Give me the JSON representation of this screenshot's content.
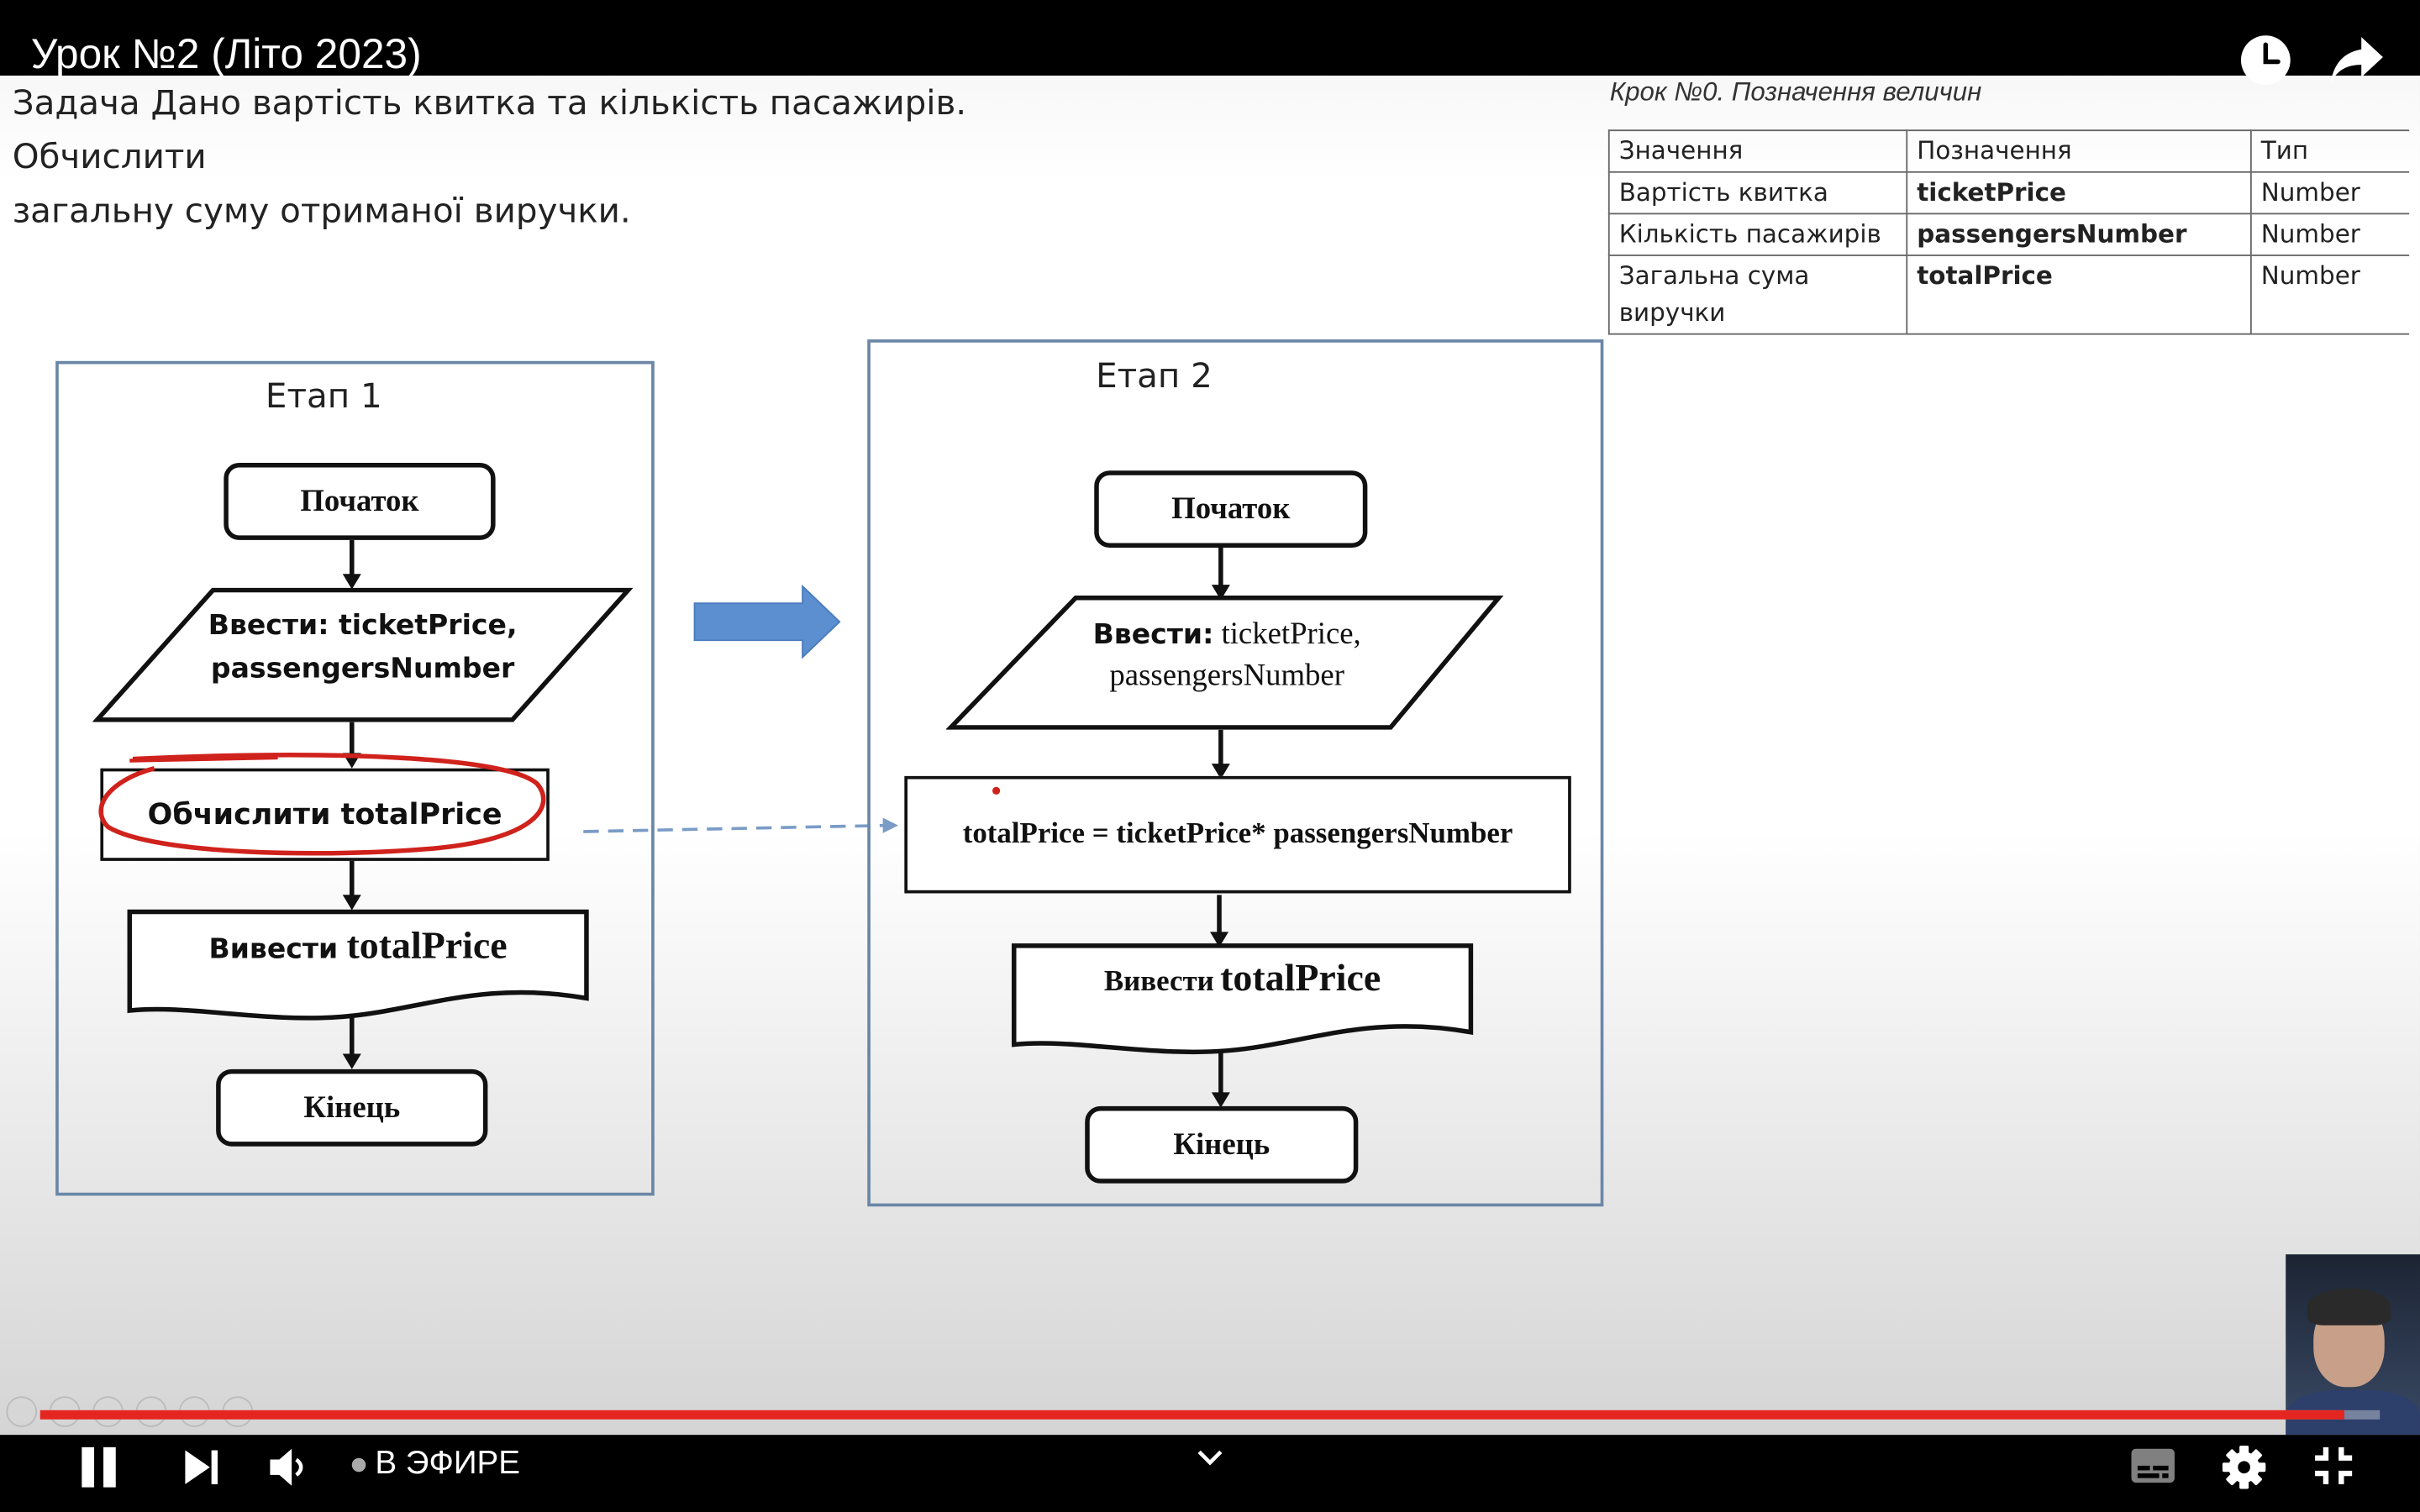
{
  "player": {
    "title": "Урок №2 (Літо 2023)",
    "live_label": "В ЭФИРЕ",
    "progress_fraction": 0.985,
    "accent_color": "#e52620",
    "icons": [
      "clock-icon",
      "share-icon",
      "pause-icon",
      "next-icon",
      "volume-icon",
      "chevron-down-icon",
      "subtitles-icon",
      "gear-icon",
      "exit-fullscreen-icon"
    ]
  },
  "slide": {
    "task_line1": "Задача Дано вартість квитка та кількість пасажирів. Обчислити",
    "task_line2": "загальну суму отриманої виручки.",
    "step0_title": "Крок №0. Позначення величин",
    "table": {
      "headers": [
        "Значення",
        "Позначення",
        "Тип"
      ],
      "rows": [
        [
          "Вартість квитка",
          "ticketPrice",
          "Number"
        ],
        [
          "Кількість пасажирів",
          "passengersNumber",
          "Number"
        ],
        [
          "Загальна сума виручки",
          "totalPrice",
          "Number"
        ]
      ]
    },
    "stage1": {
      "title": "Етап 1",
      "start": "Початок",
      "input_label": "Ввести:",
      "input_vars_line1": "ticketPrice,",
      "input_vars_line2": "passengersNumber",
      "process": "Обчислити totalPrice",
      "output_label": "Вивести",
      "output_var": "totalPrice",
      "end": "Кінець"
    },
    "stage2": {
      "title": "Етап 2",
      "start": "Початок",
      "input_label": "Ввести:",
      "input_vars_line1": "ticketPrice,",
      "input_vars_line2": "passengersNumber",
      "process": "totalPrice = ticketPrice* passengersNumber",
      "output_label": "Вивести",
      "output_var": "totalPrice",
      "end": "Кінець"
    }
  }
}
